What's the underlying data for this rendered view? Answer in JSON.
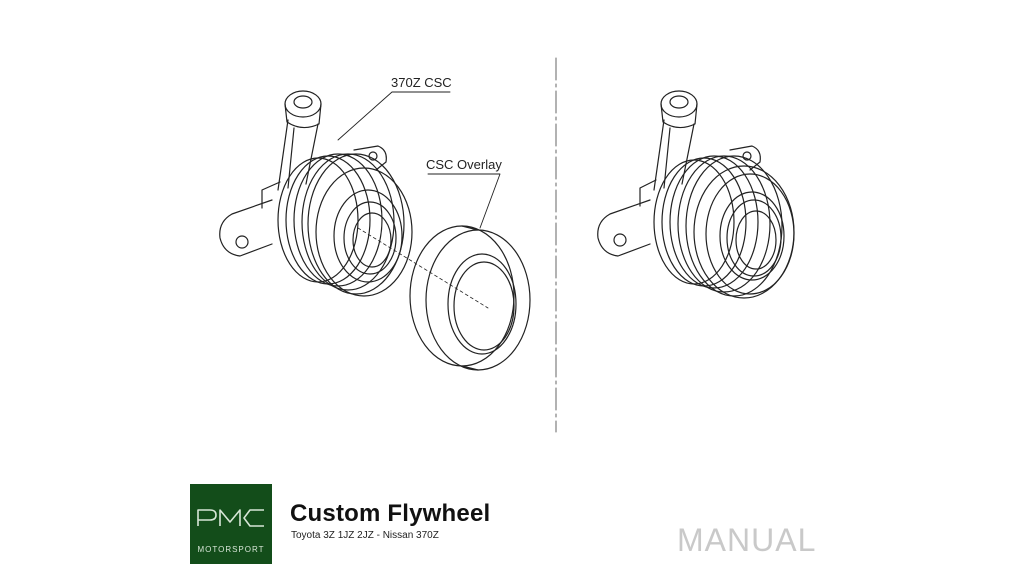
{
  "labels": {
    "left_part": "370Z CSC",
    "overlay_part": "CSC Overlay"
  },
  "footer": {
    "logo_word": "MOTORSPORT",
    "title": "Custom Flywheel",
    "subtitle": "Toyota 3Z 1JZ 2JZ - Nissan 370Z",
    "tag": "MANUAL"
  },
  "colors": {
    "logo_bg": "#134d1a",
    "line": "#222222",
    "tag": "#c9c9c9"
  },
  "icons": [
    "pmc-logo-icon"
  ]
}
